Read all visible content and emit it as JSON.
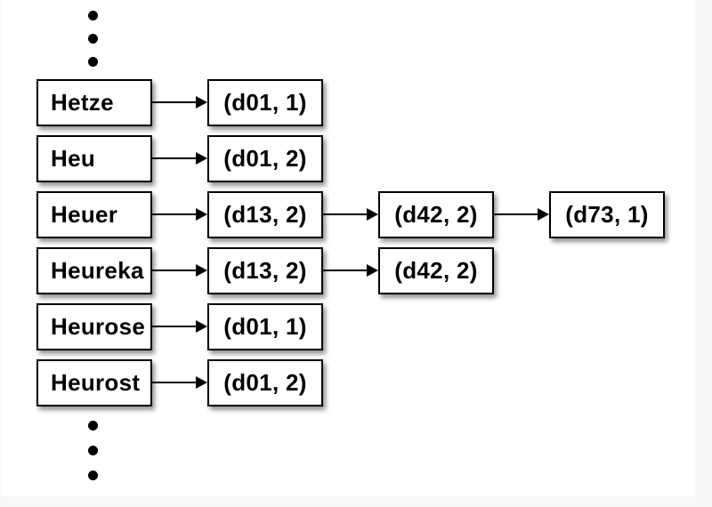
{
  "diagram": {
    "kind": "inverted-index",
    "rows": [
      {
        "term": "Hetze",
        "postings": [
          "(d01, 1)"
        ]
      },
      {
        "term": "Heu",
        "postings": [
          "(d01, 2)"
        ]
      },
      {
        "term": "Heuer",
        "postings": [
          "(d13, 2)",
          "(d42, 2)",
          "(d73, 1)"
        ]
      },
      {
        "term": "Heureka",
        "postings": [
          "(d13, 2)",
          "(d42, 2)"
        ]
      },
      {
        "term": "Heurose",
        "postings": [
          "(d01, 1)"
        ]
      },
      {
        "term": "Heurost",
        "postings": [
          "(d01, 2)"
        ]
      }
    ],
    "top_ellipsis_dot_count": 3,
    "bottom_ellipsis_dot_count": 3
  },
  "colors": {
    "page_background": "#f7f8f8",
    "panel_background": "#ffffff",
    "box_fill": "#ffffff",
    "box_border": "#000000",
    "text": "#000000",
    "arrow": "#000000"
  }
}
